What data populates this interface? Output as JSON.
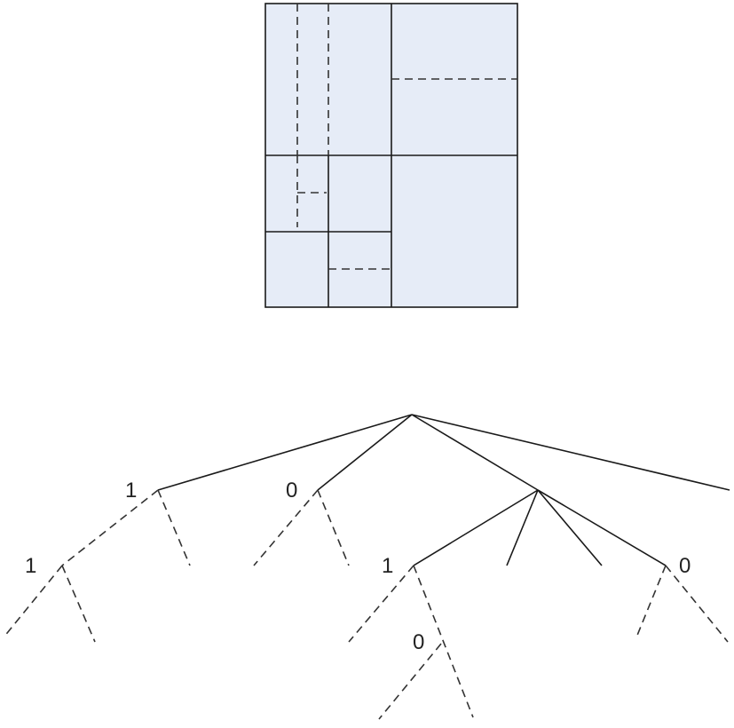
{
  "diagram": {
    "block_fill": "#e6ecf7",
    "line_color": "#1a1a1a",
    "node_flags": [
      "1",
      "0",
      "1",
      "1",
      "0",
      "0"
    ]
  }
}
